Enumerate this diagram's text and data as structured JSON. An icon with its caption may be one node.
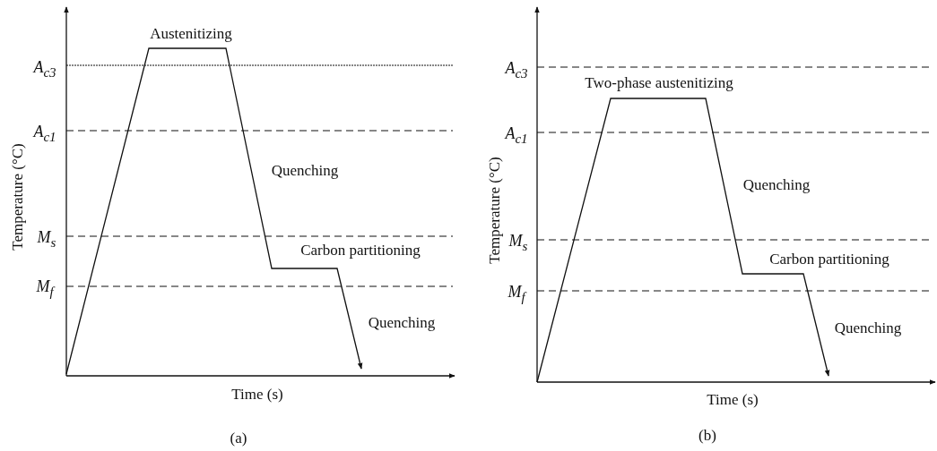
{
  "diagram": {
    "labels": [
      "Austenitizing",
      "A$_{c3}$",
      "A$_{c1}$",
      "Quenching",
      "M$_{s}$",
      "Carbon partitioning",
      "M$_{f}$",
      "Quenching",
      "Temperature (°C)",
      "Time (s)",
      "(a)",
      "Two-phase austenitizing",
      "A$_{c3}$",
      "A$_{c1}$",
      "Quenching",
      "M$_{s}$",
      "Carbon partitioning",
      "M$_{f}$",
      "Quenching",
      "Temperature (°C)",
      "Time (s)",
      "(b)"
    ]
  }
}
